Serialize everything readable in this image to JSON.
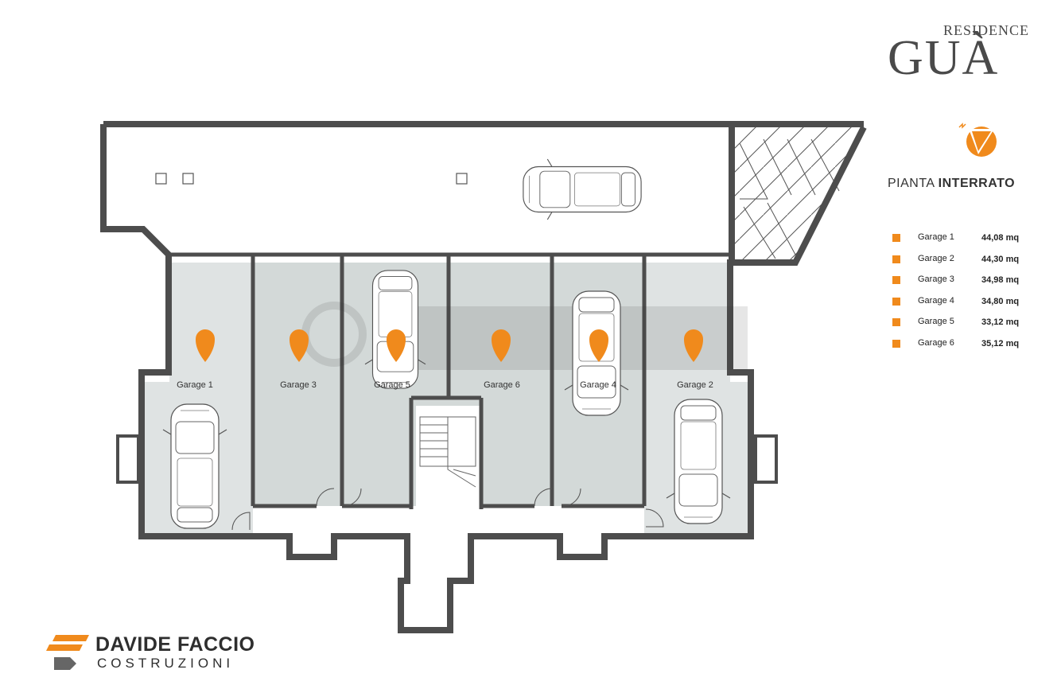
{
  "logo": {
    "top_word": "RESIDENCE",
    "main_word": "GUÀ"
  },
  "plan_title": {
    "prefix": "PIANTA",
    "bold": "INTERRATO"
  },
  "legend": [
    {
      "label": "Garage 1",
      "value": "44,08 mq"
    },
    {
      "label": "Garage 2",
      "value": "44,30 mq"
    },
    {
      "label": "Garage 3",
      "value": "34,98 mq"
    },
    {
      "label": "Garage 4",
      "value": "34,80 mq"
    },
    {
      "label": "Garage 5",
      "value": "33,12 mq"
    },
    {
      "label": "Garage 6",
      "value": "35,12 mq"
    }
  ],
  "rooms": [
    {
      "label": "Garage 1"
    },
    {
      "label": "Garage 3"
    },
    {
      "label": "Garage 5"
    },
    {
      "label": "Garage 6"
    },
    {
      "label": "Garage 4"
    },
    {
      "label": "Garage 2"
    }
  ],
  "brand": {
    "name": "DAVIDE FACCIO",
    "sub": "COSTRUZIONI"
  },
  "colors": {
    "accent": "#f08a1c",
    "wall": "#4d4d4d",
    "garage_fill": "#dfe3e3",
    "garage_fill_dark": "#d3d9d8"
  }
}
